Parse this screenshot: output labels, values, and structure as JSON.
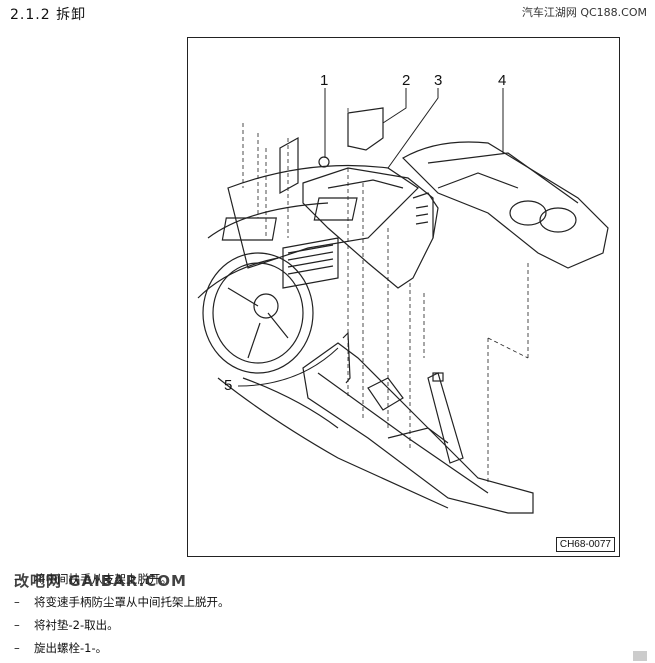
{
  "header": {
    "section_title": "2.1.2 拆卸",
    "watermark": "汽车江湖网 QC188.COM"
  },
  "figure": {
    "code": "CH68-0077",
    "callouts": [
      "1",
      "2",
      "3",
      "4",
      "5"
    ]
  },
  "steps": [
    "将中间扶手从支架上脱开。",
    "将变速手柄防尘罩从中间托架上脱开。",
    "将衬垫-2-取出。",
    "旋出螺栓-1-。"
  ],
  "site_logo": "改吧网 GAIBAR.COM"
}
